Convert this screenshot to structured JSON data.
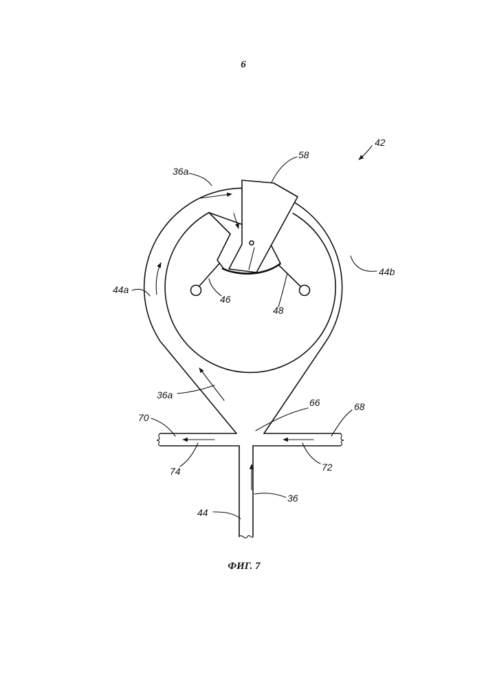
{
  "page": {
    "number": "6"
  },
  "figure": {
    "caption": "ФИГ. 7",
    "labels": {
      "assembly": "42",
      "arc_flow_top": "36a",
      "flap": "58",
      "wall_left": "44a",
      "wall_right": "44b",
      "pivot_left": "46",
      "pivot_right": "48",
      "flow_lower": "36a",
      "junction": "66",
      "left_branch": "70",
      "right_branch": "68",
      "left_flow": "74",
      "right_flow": "72",
      "inlet_flow": "36",
      "inlet_wall": "44"
    }
  }
}
